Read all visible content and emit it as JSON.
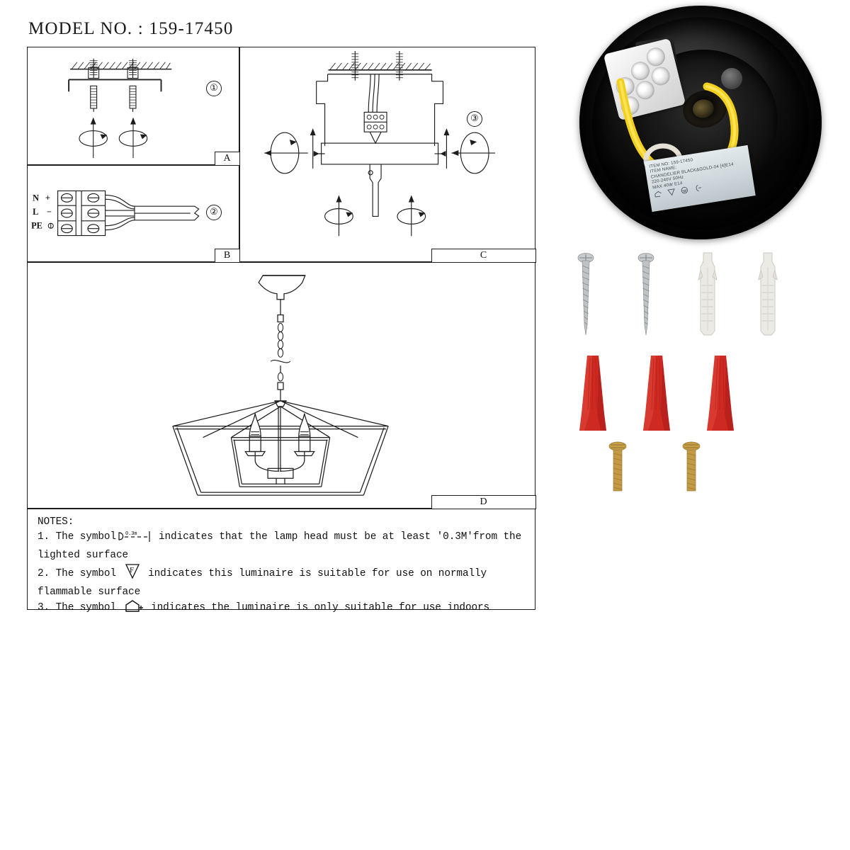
{
  "header": {
    "model_label": "MODEL NO. : 159-17450"
  },
  "panels": [
    {
      "id": "A",
      "tag": "A",
      "step": "①",
      "name": "drill-and-anchor-step"
    },
    {
      "id": "B",
      "tag": "B",
      "step": "②",
      "name": "terminal-wiring-step"
    },
    {
      "id": "C",
      "tag": "C",
      "step": "③",
      "name": "canopy-mounting-step"
    },
    {
      "id": "D",
      "tag": "D",
      "step": "",
      "name": "assembled-fixture-view"
    }
  ],
  "terminal": {
    "labels": [
      "N +",
      "L  −",
      "PE"
    ],
    "pe_symbol": "⏚"
  },
  "notes": {
    "title": "NOTES:",
    "items": [
      {
        "index": "1.",
        "pre": "The symbol",
        "symbol": "min-distance-0.3m",
        "symbol_text": "0.3m",
        "post": "indicates that the lamp head must be at least '0.3M'from the lighted surface"
      },
      {
        "index": "2.",
        "pre": "The symbol",
        "symbol": "f-triangle-flammable",
        "symbol_text": "F",
        "post": "indicates this luminaire is suitable for use on normally flammable surface"
      },
      {
        "index": "3.",
        "pre": "The symbol",
        "symbol": "house-indoor-only",
        "symbol_text": "",
        "post": "indicates the luminaire is only suitable for use indoors"
      }
    ]
  },
  "product_label": {
    "lines": [
      "ITEM NO: 159-17450",
      "ITEM NAME:",
      "CHANDELIER BLACK&GOLD-04 [4]E14",
      "220-240V 50Hz",
      "MAX  40W E14"
    ],
    "icons": [
      "class-i-icon",
      "f-triangle-icon",
      "earth-icon",
      "indoor-icon"
    ]
  },
  "hardware": {
    "items": [
      {
        "name": "screw-silver-1",
        "type": "screw",
        "count": 1
      },
      {
        "name": "screw-silver-2",
        "type": "screw",
        "count": 1
      },
      {
        "name": "wall-anchor-1",
        "type": "anchor",
        "count": 1
      },
      {
        "name": "wall-anchor-2",
        "type": "anchor",
        "count": 1
      },
      {
        "name": "wire-nut-1",
        "type": "wirenut",
        "count": 1
      },
      {
        "name": "wire-nut-2",
        "type": "wirenut",
        "count": 1
      },
      {
        "name": "wire-nut-3",
        "type": "wirenut",
        "count": 1
      },
      {
        "name": "brass-bolt-1",
        "type": "bolt",
        "count": 1
      },
      {
        "name": "brass-bolt-2",
        "type": "bolt",
        "count": 1
      }
    ]
  },
  "colors": {
    "line": "#1d1d1d",
    "paper": "#ffffff",
    "plate_black": "#121212",
    "wire_yellow": "#f2cf1c",
    "wirenut_red": "#cf2a22",
    "screw_silver": "#b9bcbe",
    "anchor_white": "#e9e7e2",
    "brass": "#c8a04a",
    "label_bg": "#cfd8dc"
  }
}
